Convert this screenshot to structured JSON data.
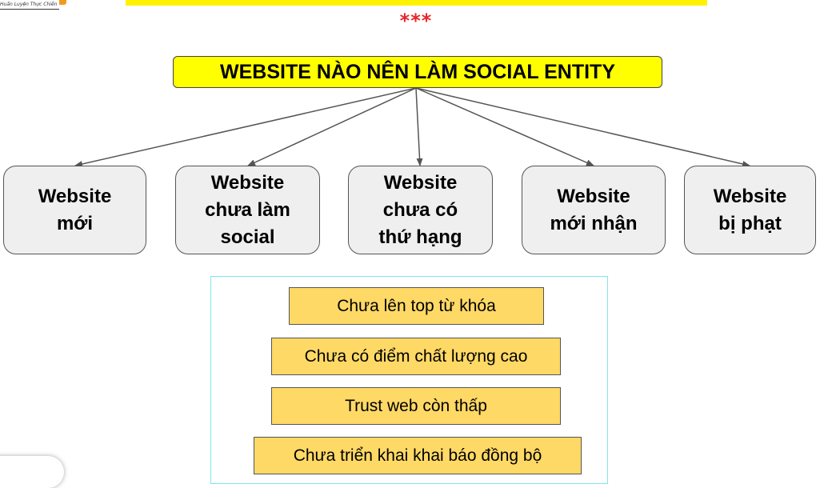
{
  "header": {
    "logo_tagline": "Huấn Luyện Thực Chiến",
    "stars": "***"
  },
  "diagram": {
    "title": "WEBSITE NÀO NÊN LÀM SOCIAL ENTITY",
    "nodes": [
      {
        "label": "Website\nmới"
      },
      {
        "label": "Website\nchưa làm\nsocial"
      },
      {
        "label": "Website\nchưa có\nthứ hạng"
      },
      {
        "label": "Website\nmới nhận"
      },
      {
        "label": "Website\nbị phạt"
      }
    ],
    "reasons": [
      "Chưa lên top từ khóa",
      "Chưa có điểm chất lượng cao",
      "Trust web còn thấp",
      "Chưa triển khai khai báo đồng bộ"
    ]
  },
  "colors": {
    "title_fill": "#ffff00",
    "node_fill": "#efefef",
    "reason_fill": "#ffd966",
    "panel_border": "#7fe6f0",
    "stars": "#e8262b",
    "banner": "#fff200"
  }
}
